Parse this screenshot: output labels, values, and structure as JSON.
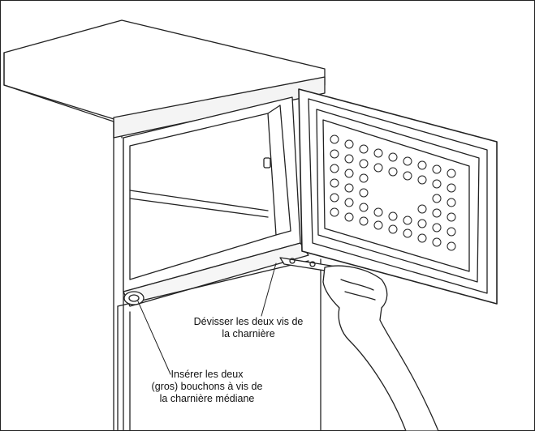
{
  "annotations": {
    "unscrew": {
      "line1": "Dévisser les deux  vis de",
      "line2": "la charnière"
    },
    "insert": {
      "line1": "Insérer  les  deux",
      "line2": "(gros) bouchons à vis de",
      "line3": "la charnière médiane"
    }
  }
}
